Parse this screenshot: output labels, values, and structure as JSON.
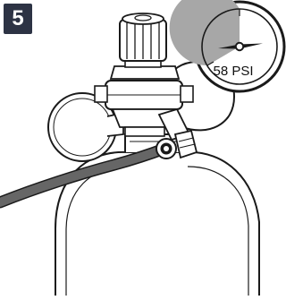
{
  "step": {
    "number": "5"
  },
  "gauge_callout": {
    "reading": "58 PSI",
    "pressure_psi": 58
  },
  "colors": {
    "badge_background": "#2d3344",
    "badge_text": "#ffffff",
    "outline": "#1a1a1a",
    "gauge_fill": "#a7a7a7",
    "hose_fill": "#666666"
  },
  "icons": [
    "regulator-icon",
    "cylinder-icon",
    "pressure-gauge-icon",
    "hose-icon",
    "needle-icon"
  ]
}
